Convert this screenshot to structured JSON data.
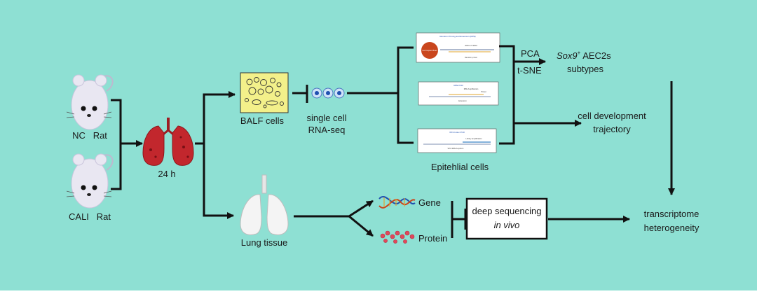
{
  "colors": {
    "background": "#8ee0d3",
    "arrow": "#111111",
    "balf_box": "#f3f08a",
    "lung_red": "#c2272d",
    "mouse_body": "#e9e7f2",
    "dna_blue": "#1f4fb0"
  },
  "subjects": {
    "nc_label": "NC   Rat",
    "cali_label": "CALI   Rat",
    "time_label": "24 h"
  },
  "balf": {
    "label": "BALF cells",
    "single_cell_line1": "single cell",
    "single_cell_line2": "RNA-seq"
  },
  "panels": {
    "rpe_title": "Random Priming and Extension (RPE)",
    "rpe_inner": "Cell Capture Bead",
    "rpe_note1": "cDNA of mRNA",
    "rpe_note2": "Random primer",
    "pcr_title": "RPE PCR",
    "pcr_note1": "RPE Amplification",
    "pcr_note2": "Primer",
    "pcr_note3": "Extension",
    "wta_title": "WTA Index PCR",
    "wta_note1": "Library amplification",
    "wta_note2": "WTA RPE Amplicon",
    "caption": "Epitehlial cells"
  },
  "analysis": {
    "pca": "PCA",
    "tsne": "t-SNE",
    "sox9_italic": "Sox9",
    "sox9_sup": "+",
    "sox9_rest": " AEC2s",
    "subtypes": "subtypes",
    "dev_line1": "cell development",
    "dev_line2": "trajectory"
  },
  "tissue": {
    "label": "Lung tissue",
    "gene": "Gene",
    "protein": "Protein",
    "deep_line1": "deep sequencing",
    "deep_line2_italic": "in vivo"
  },
  "result": {
    "line1": "transcriptome",
    "line2": "heterogeneity"
  }
}
